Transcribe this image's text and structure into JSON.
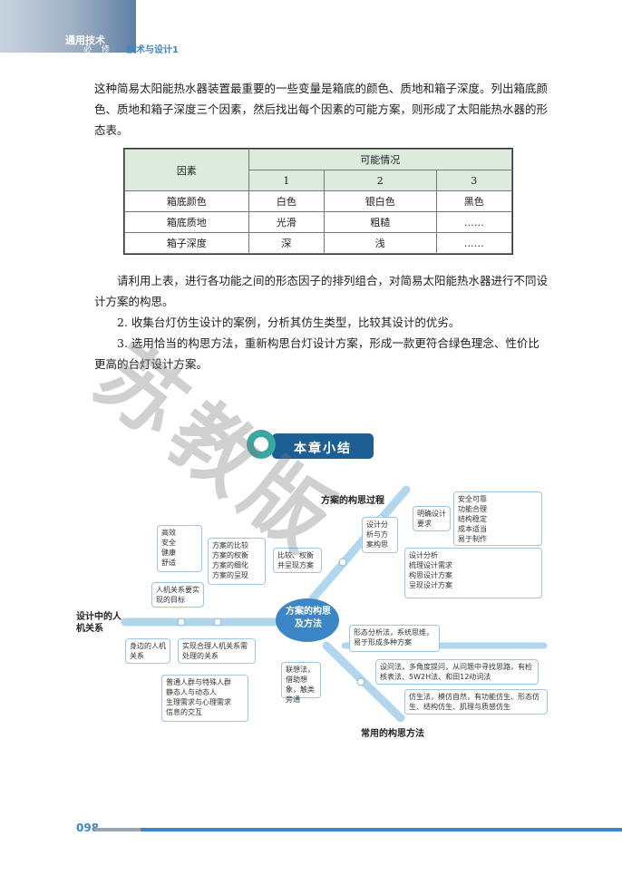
{
  "header": {
    "series": "通用技术",
    "level": "必 修",
    "book": "技术与设计1"
  },
  "intro_paragraph": "这种简易太阳能热水器装置最重要的一些变量是箱底的颜色、质地和箱子深度。列出箱底颜色、质地和箱子深度三个因素，然后找出每个因素的可能方案，则形成了太阳能热水器的形态表。",
  "table": {
    "col_factor": "因素",
    "col_possible": "可能情况",
    "sub_cols": [
      "1",
      "2",
      "3"
    ],
    "rows": [
      {
        "factor": "箱底颜色",
        "cells": [
          "白色",
          "银白色",
          "黑色"
        ]
      },
      {
        "factor": "箱底质地",
        "cells": [
          "光滑",
          "粗糙",
          "……"
        ]
      },
      {
        "factor": "箱子深度",
        "cells": [
          "深",
          "浅",
          "……"
        ]
      }
    ]
  },
  "exercises": {
    "p1": "请利用上表，进行各功能之间的形态因子的排列组合，对简易太阳能热水器进行不同设计方案的构思。",
    "p2": "2. 收集台灯仿生设计的案例，分析其仿生类型，比较其设计的优劣。",
    "p3": "3. 选用恰当的构思方法，重新构思台灯设计方案，形成一款更符合绿色理念、性价比更高的台灯设计方案。"
  },
  "summary": {
    "title": "本章小结",
    "center": "方案的构思及方法",
    "left_topic": "设计中的人机关系",
    "top_topic": "方案的构思过程",
    "bottom_topic": "常用的构思方法",
    "goals_list": [
      "高效",
      "安全",
      "健康",
      "舒适"
    ],
    "goal_box": "人机关系要实现的目标",
    "around_box": "身边的人机关系",
    "handle_box": "实现合理人机关系需处理的关系",
    "handle_list": [
      "普通人群与特殊人群",
      "静态人与动态人",
      "生理需求与心理需求",
      "信息的交互"
    ],
    "compare_list": [
      "方案的比较",
      "方案的权衡",
      "方案的细化",
      "方案的呈现"
    ],
    "compare_box": "比较、权衡并呈现方案",
    "process_box": "设计分析与方案构思",
    "clarify_box": "明确设计要求",
    "require_list": [
      "安全可靠",
      "功能合理",
      "结构稳定",
      "成本适当",
      "易于制作"
    ],
    "analysis_list": [
      "设计分析",
      "梳理设计需求",
      "构思设计方案",
      "呈现设计方案"
    ],
    "method1": "形态分析法，系统思维，易于形成多种方案",
    "method2": "设问法，多角度提问，从问题中寻找思路，有检核表法、5W2H法、和田12动词法",
    "method3": "联想法，借助想象，触类旁通",
    "method4": "仿生法，模仿自然，有功能仿生、形态仿生、结构仿生、肌理与质感仿生"
  },
  "watermark": "苏教版",
  "page_number": "098"
}
